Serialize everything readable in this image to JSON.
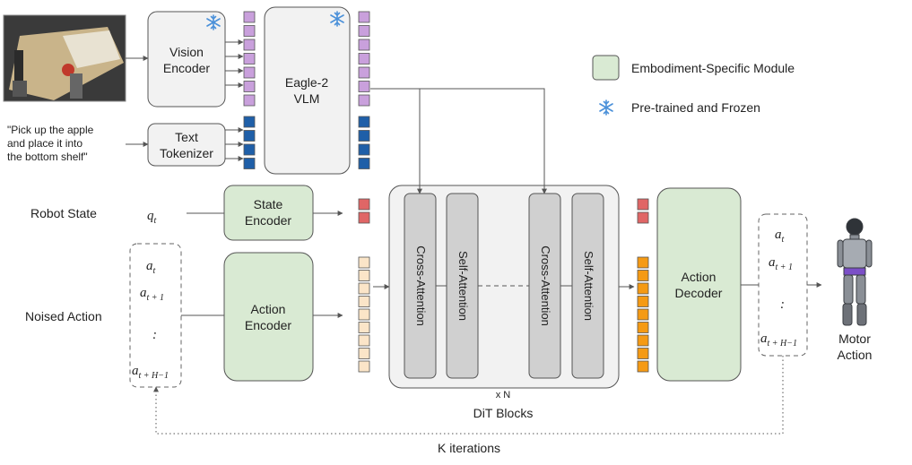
{
  "inputs": {
    "instruction_text": [
      "\"Pick up the apple",
      "and place it into",
      "the bottom shelf\""
    ],
    "robot_state_label": "Robot State",
    "noised_action_label": "Noised Action",
    "state_symbol": {
      "base": "q",
      "sub": "t"
    },
    "noised_actions": [
      {
        "base": "a",
        "sub": "t"
      },
      {
        "base": "a",
        "sub": "t + 1"
      },
      {
        "base": ":",
        "sub": ""
      },
      {
        "base": "a",
        "sub": "t + H−1"
      }
    ]
  },
  "modules": {
    "vision_encoder": [
      "Vision",
      "Encoder"
    ],
    "text_tokenizer": [
      "Text",
      "Tokenizer"
    ],
    "vlm": [
      "Eagle-2",
      "VLM"
    ],
    "state_encoder": [
      "State",
      "Encoder"
    ],
    "action_encoder": [
      "Action",
      "Encoder"
    ],
    "action_decoder": [
      "Action",
      "Decoder"
    ]
  },
  "dit": {
    "blocks": [
      "Cross-Attention",
      "Self-Attention",
      "Cross-Attention",
      "Self-Attention"
    ],
    "repeat_label": "x N",
    "title": "DiT Blocks"
  },
  "outputs": {
    "predicted_actions": [
      {
        "base": "a",
        "sub": "t"
      },
      {
        "base": "a",
        "sub": "t + 1"
      },
      {
        "base": ":",
        "sub": ""
      },
      {
        "base": "a",
        "sub": "t + H−1"
      }
    ],
    "motor_action_label": [
      "Motor",
      "Action"
    ]
  },
  "loop_label": "K iterations",
  "legend": {
    "embodiment": "Embodiment-Specific Module",
    "frozen": "Pre-trained and Frozen"
  },
  "colors": {
    "embodiment_green": "#d9ead3",
    "embodiment_border": "#6a6a6a",
    "frozen_gray": "#f2f2f2",
    "vision_token": "#c9a0dc",
    "text_token": "#1f5fa8",
    "state_token": "#e06666",
    "action_token_in": "#fbe5c8",
    "action_token_out": "#f59a14",
    "attention_block": "#d0d0d0",
    "snowflake": "#4a90d9"
  },
  "icons": {
    "snowflake": "snowflake-icon",
    "camera": "robot-camera-view-image",
    "robot": "humanoid-robot-image"
  }
}
